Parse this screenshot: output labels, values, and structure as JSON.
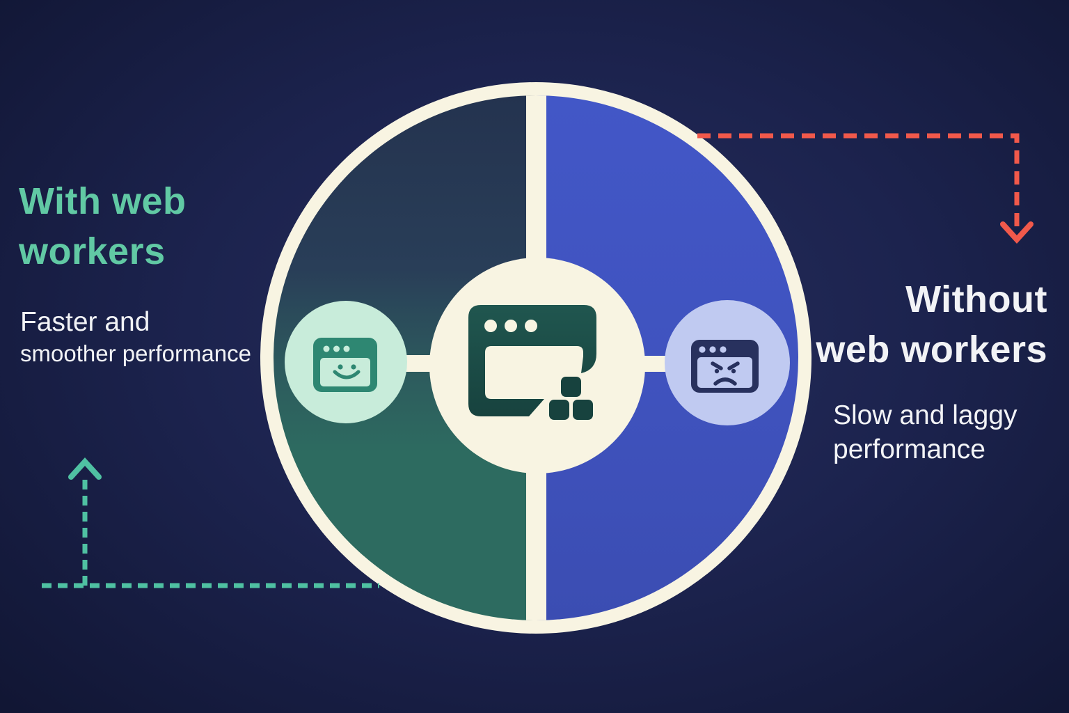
{
  "palette": {
    "bg-center": "#262D5C",
    "bg-mid": "#1C234E",
    "bg-edge": "#111634",
    "cream": "#F8F4E2",
    "teal-accent": "#61C9A4",
    "teal-arrow": "#4FC1A2",
    "red-arrow": "#F1594B",
    "text-white": "#F2F3F6",
    "left-top": "#24334F",
    "left-mid1": "#293E58",
    "left-mid2": "#2D5A5D",
    "left-bottom": "#2D6B60",
    "right-top": "#4257C7",
    "right-mid": "#4053BF",
    "right-bottom": "#3B4DB2",
    "mint-circle": "#C8ECDA",
    "lavender-circle": "#C0CAF1",
    "icon-green": "#2E8772",
    "icon-navy": "#28315E",
    "icon-teal-top": "#20564F",
    "icon-teal-bottom": "#17423E"
  },
  "left_label": {
    "title": "With web\nworkers",
    "subtitle_line1": "Faster and",
    "subtitle_line2": "smoother performance"
  },
  "right_label": {
    "title": "Without\nweb workers",
    "subtitle": "Slow and laggy\nperformance"
  },
  "icons": {
    "center": "browser-window-with-worker-blocks",
    "left": "happy-browser",
    "right": "angry-browser"
  }
}
